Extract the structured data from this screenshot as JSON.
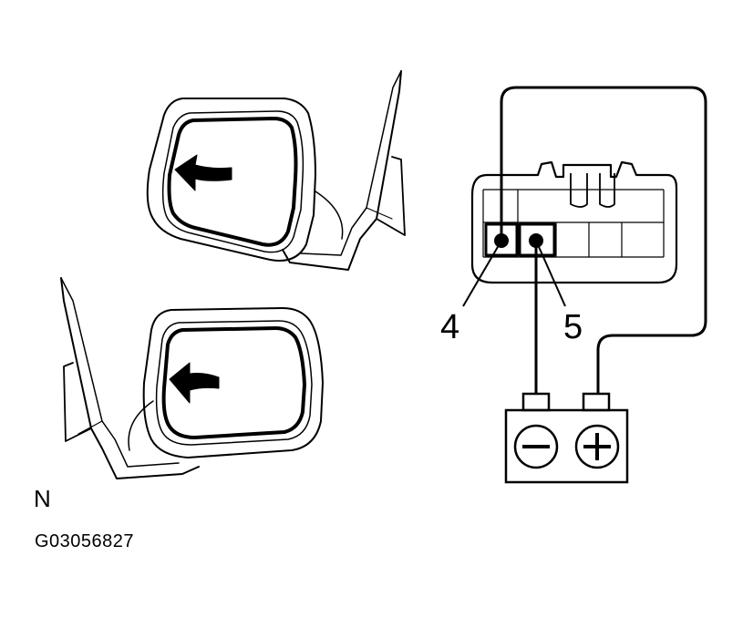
{
  "figure": {
    "letter": "N",
    "code": "G03056827"
  },
  "connector": {
    "pins": [
      {
        "label": "4"
      },
      {
        "label": "5"
      }
    ]
  },
  "battery": {
    "negative_symbol": "minus-terminal",
    "positive_symbol": "plus-terminal"
  },
  "colors": {
    "line": "#000000",
    "background": "#ffffff"
  }
}
